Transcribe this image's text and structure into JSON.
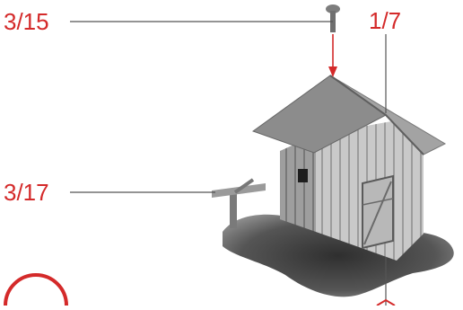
{
  "callouts": {
    "roof_pin": "3/15",
    "roof_edge": "1/7",
    "fence_post": "3/17"
  },
  "colors": {
    "annotation_red": "#d42a2a",
    "leader_gray": "#666666",
    "base_dark": "#3a3a3a"
  },
  "icons": {
    "pin": "pin-icon",
    "shed": "shed-model",
    "post": "fence-post-icon",
    "marker": "circle-marker"
  }
}
